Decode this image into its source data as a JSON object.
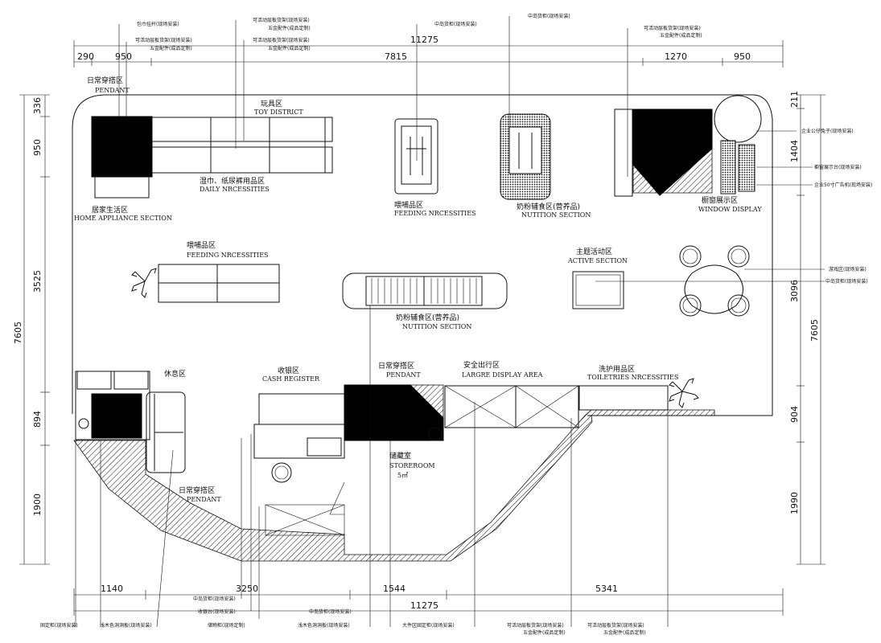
{
  "dimensions": {
    "top_total": "11275",
    "top_segments": [
      "290",
      "950",
      "7815",
      "1270",
      "950"
    ],
    "bottom_total": "11275",
    "bottom_segments": [
      "1140",
      "3250",
      "1544",
      "5341"
    ],
    "left_total": "7605",
    "left_segments": [
      "336",
      "950",
      "3525",
      "894",
      "1900"
    ],
    "right_total": "7605",
    "right_segments": [
      "211",
      "1404",
      "3096",
      "904",
      "1990"
    ]
  },
  "zones": [
    {
      "cn": "日常穿搭区",
      "en": "PENDANT"
    },
    {
      "cn": "玩具区",
      "en": "TOY DISTRICT"
    },
    {
      "cn": "湿巾、纸尿裤用品区",
      "en": "DAILY NRCESSITIES"
    },
    {
      "cn": "居家生活区",
      "en": "HOME APPLIANCE  SECTION"
    },
    {
      "cn": "喂哺品区",
      "en": "FEEDING NRCESSITIES"
    },
    {
      "cn": "奶粉辅食区(营养品)",
      "en": "NUTITION SECTION"
    },
    {
      "cn": "橱窗展示区",
      "en": "WINDOW DISPLAY"
    },
    {
      "cn": "喂哺品区",
      "en": "FEEDING NRCESSITIES"
    },
    {
      "cn": "主题活动区",
      "en": "ACTIVE SECTION"
    },
    {
      "cn": "奶粉辅食区(营养品)",
      "en": "NUTITION SECTION"
    },
    {
      "cn": "休息区",
      "en": ""
    },
    {
      "cn": "收银区",
      "en": "CASH REGISTER"
    },
    {
      "cn": "日常穿搭区",
      "en": "PENDANT"
    },
    {
      "cn": "安全出行区",
      "en": "LARGRE DISPLAY AREA"
    },
    {
      "cn": "洗护用品区",
      "en": "TOILETRIES NRCESSITIES"
    },
    {
      "cn": "储藏室",
      "en": "STOREROOM"
    },
    {
      "cn": "日常穿搭区",
      "en": "PENDANT"
    }
  ],
  "storeroom_area": "5㎡",
  "notes_top": [
    "包巾挂杆(现场安装)",
    "可活动层板货架(现场安装)",
    "五金配件(成品定制)",
    "可活动层板货架(现场安装)",
    "五金配件(成品定制)",
    "可活动层板货架(现场安装)",
    "五金配件(成品定制)",
    "中岛货柜(现场安装)",
    "中岛货柜(现场安装)",
    "可活动层板货架(现场安装)",
    "五金配件(成品定制)"
  ],
  "notes_right": [
    "企业公仔兔子(现场安装)",
    "橱窗展示台(现场安装)",
    "企业50寸广告机(现场安装)",
    "游戏区(现场安装)",
    "中岛货柜(现场安装)"
  ],
  "notes_bottom": [
    "中岛货柜(现场安装)",
    "收银台(现场安装)",
    "储物柜(现场定制)",
    "固定柜(现场安装)",
    "浅木色洞洞板(现场安装)",
    "中岛货柜(现场安装)",
    "浅木色洞洞板(现场安装)",
    "大件区固定柜(现场安装)",
    "可活动层板货架(现场安装)",
    "五金配件(成品定制)",
    "可活动层板货架(现场安装)",
    "五金配件(成品定制)"
  ]
}
